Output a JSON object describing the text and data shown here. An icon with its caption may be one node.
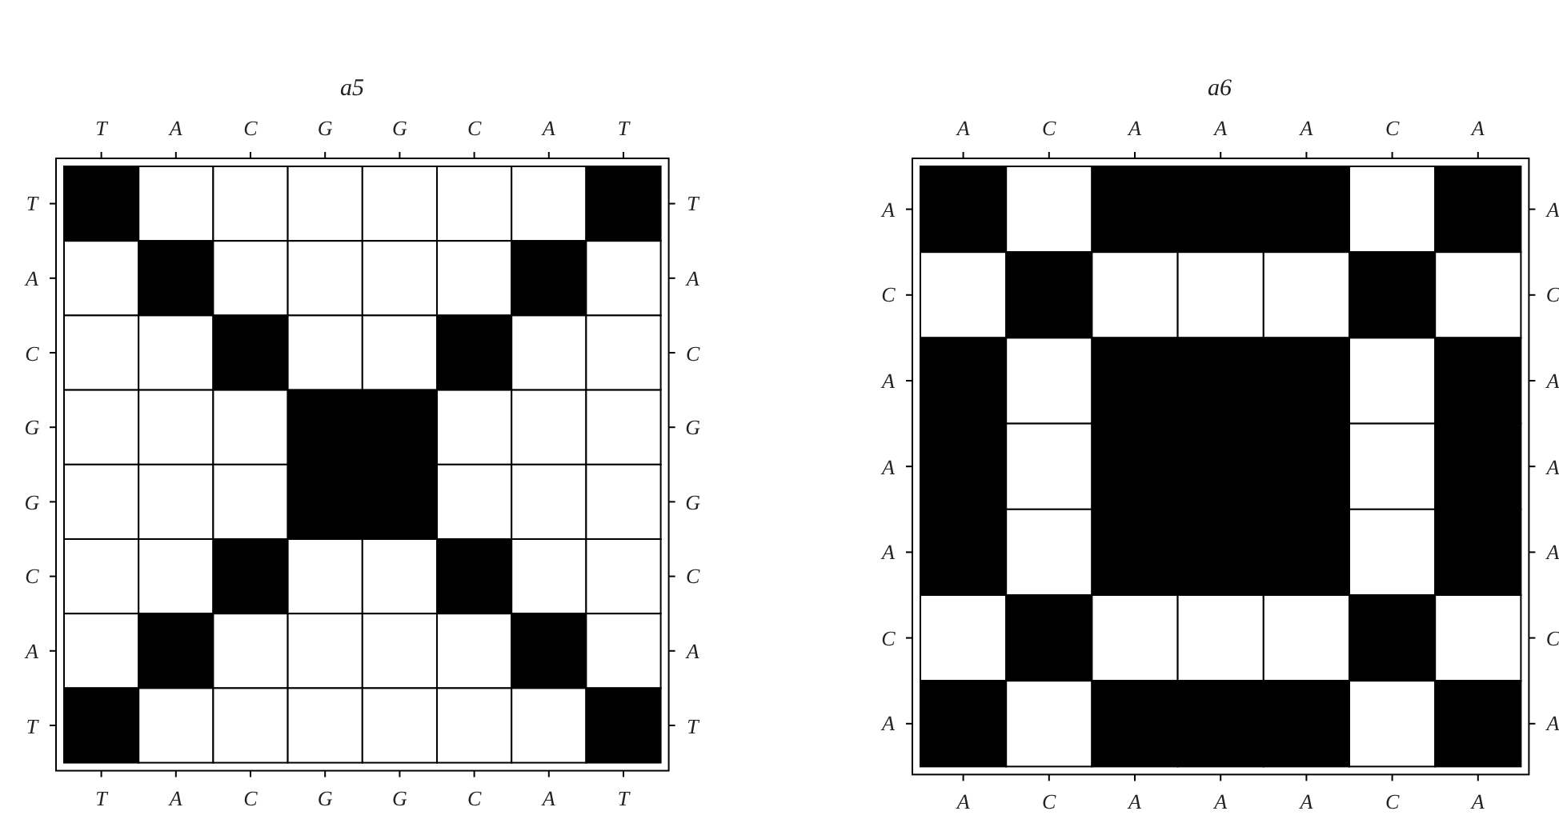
{
  "diagram": {
    "labels": [
      "a5",
      "T",
      "A",
      "C",
      "G",
      "G",
      "C",
      "A",
      "T",
      "T",
      "T",
      "A",
      "A",
      "C",
      "C",
      "G",
      "G",
      "G",
      "G",
      "C",
      "C",
      "A",
      "A",
      "T",
      "T",
      "T",
      "A",
      "C",
      "G",
      "G",
      "C",
      "A",
      "T",
      "a6",
      "A",
      "C",
      "A",
      "A",
      "A",
      "C",
      "A",
      "A",
      "A",
      "C",
      "C",
      "A",
      "A",
      "A",
      "A",
      "A",
      "A",
      "C",
      "C",
      "A",
      "A",
      "A",
      "C",
      "A",
      "A",
      "A",
      "C",
      "A"
    ]
  }
}
